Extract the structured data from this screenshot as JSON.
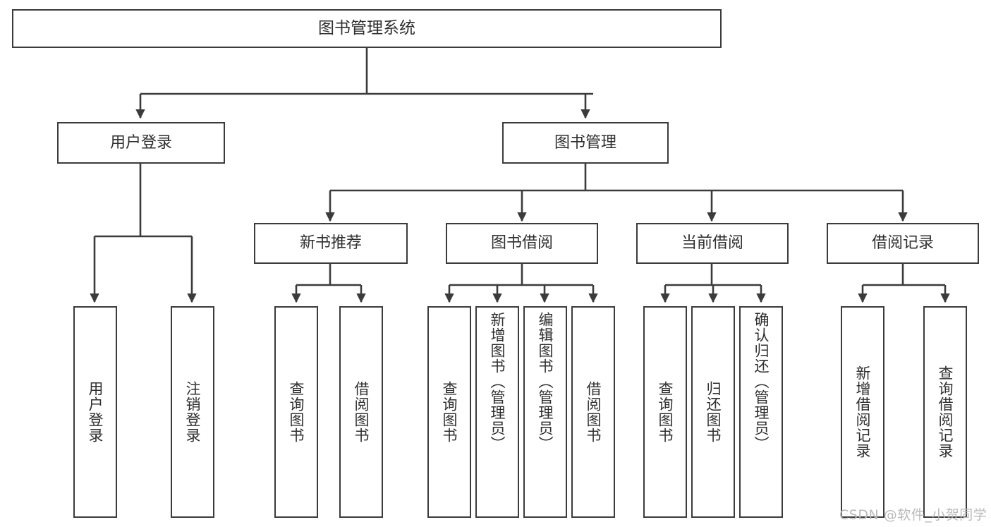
{
  "diagram": {
    "title": "图书管理系统",
    "type": "hierarchy-tree",
    "root": {
      "id": "root",
      "label": "图书管理系统"
    },
    "level1": [
      {
        "id": "user-login",
        "label": "用户登录"
      },
      {
        "id": "book-manage",
        "label": "图书管理"
      }
    ],
    "level2": [
      {
        "id": "new-book-rec",
        "label": "新书推荐",
        "parent": "book-manage"
      },
      {
        "id": "book-borrow",
        "label": "图书借阅",
        "parent": "book-manage"
      },
      {
        "id": "current-borrow",
        "label": "当前借阅",
        "parent": "book-manage"
      },
      {
        "id": "borrow-record",
        "label": "借阅记录",
        "parent": "book-manage"
      }
    ],
    "leaves": [
      {
        "id": "leaf-user-login",
        "label": "用户登录",
        "parent": "user-login"
      },
      {
        "id": "leaf-logout",
        "label": "注销登录",
        "parent": "user-login"
      },
      {
        "id": "leaf-query-book-1",
        "label": "查询图书",
        "parent": "new-book-rec"
      },
      {
        "id": "leaf-borrow-book-1",
        "label": "借阅图书",
        "parent": "new-book-rec"
      },
      {
        "id": "leaf-query-book-2",
        "label": "查询图书",
        "parent": "book-borrow"
      },
      {
        "id": "leaf-add-book",
        "label": "新增图书（管理员）",
        "parent": "book-borrow"
      },
      {
        "id": "leaf-edit-book",
        "label": "编辑图书（管理员）",
        "parent": "book-borrow"
      },
      {
        "id": "leaf-borrow-book-2",
        "label": "借阅图书",
        "parent": "book-borrow"
      },
      {
        "id": "leaf-query-book-3",
        "label": "查询图书",
        "parent": "current-borrow"
      },
      {
        "id": "leaf-return-book",
        "label": "归还图书",
        "parent": "current-borrow"
      },
      {
        "id": "leaf-confirm-return",
        "label": "确认归还（管理员）",
        "parent": "current-borrow"
      },
      {
        "id": "leaf-add-record",
        "label": "新增借阅记录",
        "parent": "borrow-record"
      },
      {
        "id": "leaf-query-record",
        "label": "查询借阅记录",
        "parent": "borrow-record"
      }
    ],
    "colors": {
      "box_border": "#3b3b3b",
      "box_fill": "#ffffff",
      "edge": "#3b3b3b",
      "text": "#2f2f2f",
      "watermark": "#b9b9b9",
      "background": "#ffffff"
    }
  },
  "watermark": {
    "text": "CSDN @软件_小贺同学"
  }
}
